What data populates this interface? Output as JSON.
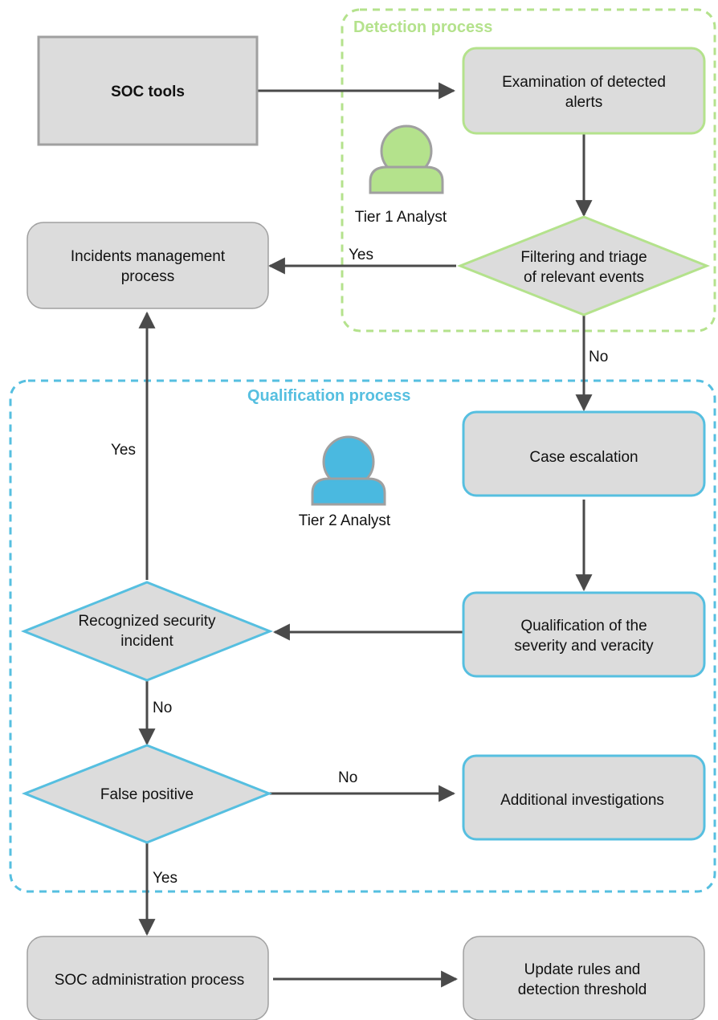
{
  "groups": {
    "detection": {
      "title": "Detection process",
      "color": "#b4e28c"
    },
    "qualification": {
      "title": "Qualification process",
      "color": "#56bfe0"
    }
  },
  "actors": {
    "tier1": {
      "label": "Tier 1 Analyst",
      "color": "#b4e28c",
      "icon": "person-icon"
    },
    "tier2": {
      "label": "Tier 2 Analyst",
      "color": "#4ab9e0",
      "icon": "person-icon"
    }
  },
  "nodes": {
    "soc_tools": "SOC tools",
    "examination": [
      "Examination of detected",
      "alerts"
    ],
    "filtering": [
      "Filtering and triage",
      "of relevant events"
    ],
    "incidents": [
      "Incidents management",
      "process"
    ],
    "case_escalation": "Case escalation",
    "qualification": [
      "Qualification of the",
      "severity and veracity"
    ],
    "recognized": [
      "Recognized security",
      "incident"
    ],
    "false_positive": "False positive",
    "additional": "Additional investigations",
    "soc_admin": "SOC administration process",
    "update_rules": [
      "Update rules and",
      "detection threshold"
    ]
  },
  "edge_labels": {
    "filtering_yes": "Yes",
    "filtering_no": "No",
    "recognized_yes": "Yes",
    "recognized_no": "No",
    "false_positive_no": "No",
    "false_positive_yes": "Yes"
  },
  "colors": {
    "node_fill": "#dcdcdc",
    "node_border": "#a0a0a0",
    "edge": "#4a4a4a"
  }
}
